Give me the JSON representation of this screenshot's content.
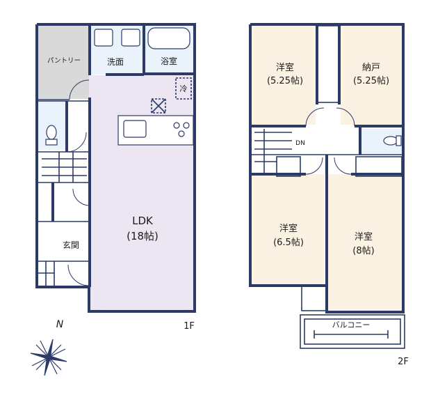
{
  "floors": [
    {
      "name": "1F",
      "rooms": [
        {
          "id": "pantry",
          "label": "パントリー"
        },
        {
          "id": "washroom",
          "label": "洗面"
        },
        {
          "id": "bathroom",
          "label": "浴室"
        },
        {
          "id": "ldk",
          "label": "LDK",
          "size": "(18帖)"
        },
        {
          "id": "entrance",
          "label": "玄関"
        }
      ],
      "fixtures": {
        "fridge": "冷"
      }
    },
    {
      "name": "2F",
      "rooms": [
        {
          "id": "western-1",
          "label": "洋室",
          "size": "(5.25帖)"
        },
        {
          "id": "storage",
          "label": "納戸",
          "size": "(5.25帖)"
        },
        {
          "id": "western-2",
          "label": "洋室",
          "size": "(6.5帖)"
        },
        {
          "id": "western-3",
          "label": "洋室",
          "size": "(8帖)"
        },
        {
          "id": "balcony",
          "label": "バルコニー"
        }
      ],
      "stair_mark": "DN"
    }
  ],
  "compass": {
    "north": "N"
  },
  "colors": {
    "wall": "#2b3a67",
    "room_fill": "#fbf2e4",
    "ldk_fill": "#ece6f2",
    "pantry_fill": "#d9d9d9",
    "wet_fill": "#eaf3fb"
  }
}
